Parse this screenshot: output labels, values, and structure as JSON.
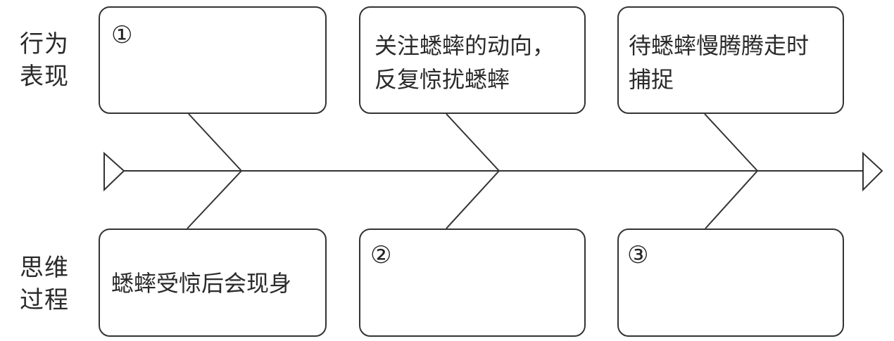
{
  "row_labels": {
    "top": [
      "行为",
      "表现"
    ],
    "bottom": [
      "思维",
      "过程"
    ]
  },
  "boxes": {
    "top": [
      {
        "marker": "①",
        "lines": []
      },
      {
        "marker": "",
        "lines": [
          "关注蟋蟀的动向，",
          "反复惊扰蟋蟀"
        ]
      },
      {
        "marker": "",
        "lines": [
          "待蟋蟀慢腾腾走时",
          "捕捉"
        ]
      }
    ],
    "bottom": [
      {
        "marker": "",
        "lines": [
          "蟋蟀受惊后会现身"
        ]
      },
      {
        "marker": "②",
        "lines": []
      },
      {
        "marker": "③",
        "lines": []
      }
    ]
  }
}
